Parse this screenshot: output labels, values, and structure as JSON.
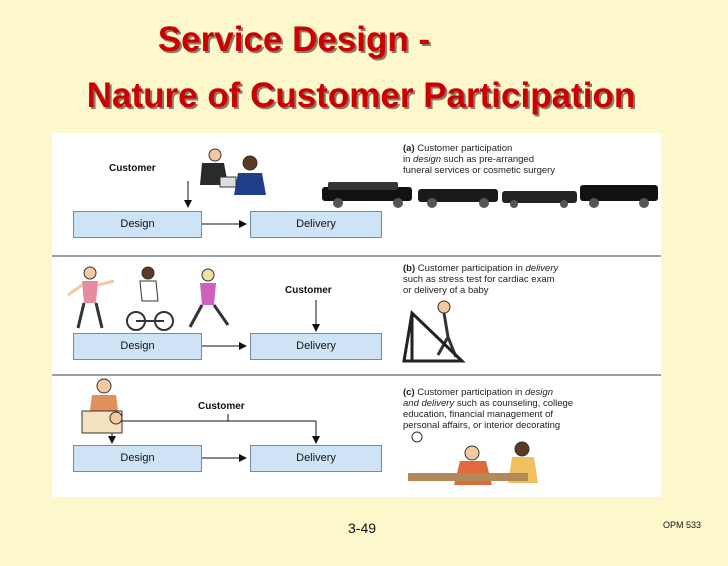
{
  "title": {
    "line1": "Service Design -",
    "line2": "Nature of Customer Participation"
  },
  "panels": [
    {
      "customer_label": "Customer",
      "design_label": "Design",
      "delivery_label": "Delivery",
      "caption_tag": "(a)",
      "caption_line1": "Customer participation",
      "caption_line2_pre": "in ",
      "caption_line2_em": "design",
      "caption_line2_post": " such as pre-arranged",
      "caption_line3": "funeral services or cosmetic surgery"
    },
    {
      "customer_label": "Customer",
      "design_label": "Design",
      "delivery_label": "Delivery",
      "caption_tag": "(b)",
      "caption_line1_pre": "Customer participation in ",
      "caption_line1_em": "delivery",
      "caption_line2": "such as stress test for cardiac exam",
      "caption_line3": "or delivery of a baby"
    },
    {
      "customer_label": "Customer",
      "design_label": "Design",
      "delivery_label": "Delivery",
      "caption_tag": "(c)",
      "caption_line1_pre": "Customer participation in ",
      "caption_line1_em": "design",
      "caption_line2_em": "and delivery",
      "caption_line2_post": " such as counseling, college",
      "caption_line3": "education, financial management of",
      "caption_line4": "personal affairs, or interior decorating"
    }
  ],
  "footer": {
    "slide_number": "3-49",
    "course": "OPM 533"
  },
  "colors": {
    "title": "#cc0000",
    "background": "#fdf8cc",
    "box_fill": "#cfe3f7",
    "box_border": "#6e8cb0"
  }
}
